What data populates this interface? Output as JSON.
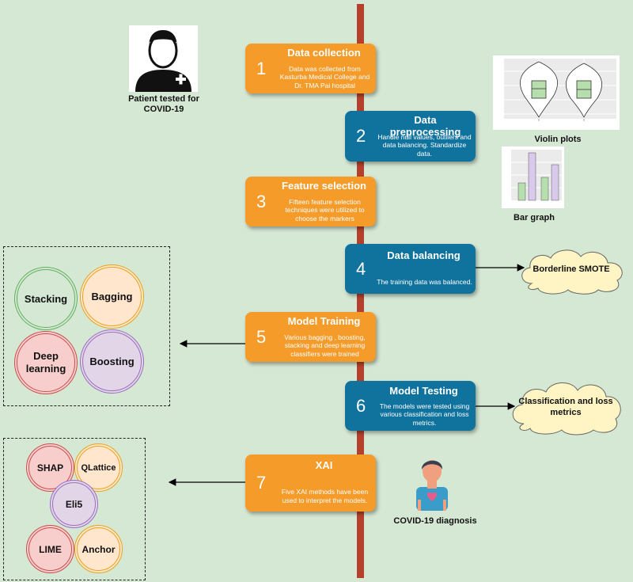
{
  "steps": [
    {
      "num": "1",
      "title": "Data collection",
      "desc": "Data was collected from Kasturba Medical College and Dr. TMA Pai hospital"
    },
    {
      "num": "2",
      "title": "Data preprocessing",
      "desc": "Handle null values, outliers and data balancing. Standardize data."
    },
    {
      "num": "3",
      "title": "Feature selection",
      "desc": "Fifteen feature selection techniques were utilized to choose the markers"
    },
    {
      "num": "4",
      "title": "Data balancing",
      "desc": "The training data was balanced."
    },
    {
      "num": "5",
      "title": "Model Training",
      "desc": "Various bagging , boosting, stacking and deep learning classifiers were trained"
    },
    {
      "num": "6",
      "title": "Model Testing",
      "desc": "The models were tested using various classification and loss metrics."
    },
    {
      "num": "7",
      "title": "XAI",
      "desc": "Five XAI methods have been used to interpret the models."
    }
  ],
  "labels": {
    "patient": "Patient tested for COVID-19",
    "violin": "Violin plots",
    "bar": "Bar graph",
    "diagnosis": "COVID-19 diagnosis"
  },
  "clouds": {
    "smote": "Borderline SMOTE",
    "metrics": "Classification and loss metrics"
  },
  "models": [
    "Stacking",
    "Bagging",
    "Deep learning",
    "Boosting"
  ],
  "xai_methods": [
    "SHAP",
    "QLattice",
    "Eli5",
    "LIME",
    "Anchor"
  ],
  "colors": {
    "background": "#d5e8d4",
    "orange": "#f49b2a",
    "blue": "#10739e",
    "spine": "#b5412c"
  }
}
